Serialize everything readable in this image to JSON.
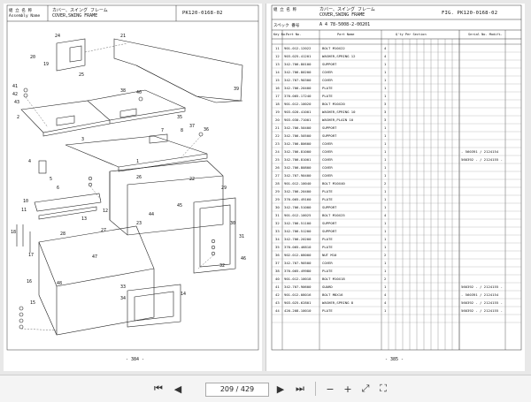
{
  "left_page": {
    "assembly_label_jp": "組 立 名 称",
    "assembly_label_en": "Assembly Name",
    "assembly_name_jp": "カバー、スイング フレーム",
    "assembly_name_en": "COVER,SWING FRAME",
    "code": "PK120-0168-02",
    "page_number": "- 384 -",
    "callouts": [
      "21",
      "24",
      "25",
      "20",
      "19",
      "41",
      "42",
      "43",
      "38",
      "40",
      "37",
      "36",
      "35",
      "39",
      "2",
      "7",
      "8",
      "3",
      "1",
      "4",
      "5",
      "6",
      "10",
      "11",
      "12",
      "13",
      "14",
      "15",
      "16",
      "17",
      "18",
      "22",
      "23",
      "26",
      "27",
      "28",
      "29",
      "30",
      "31",
      "32",
      "33",
      "34",
      "44",
      "45",
      "46",
      "47",
      "48"
    ]
  },
  "right_page": {
    "assembly_label_jp": "組 立 名 称",
    "assembly_name_jp": "カバー、スイング フレーム",
    "assembly_name_en": "COVER,SWING FRAME",
    "fig_label": "FIG. PK120-0168-02",
    "spec_label": "スペック 番号",
    "spec_value": "A 4 78-5008-2-00201",
    "col_key": "Key No.",
    "col_part_no": "Part No.",
    "col_part_name": "Part Name",
    "col_qty": "Q'ty Per Section",
    "col_remarks": "Serial No. Modifi.",
    "page_number": "- 385 -",
    "rows": [
      {
        "key": "11",
        "part": "901-012-12022",
        "name": "BOLT M10X22",
        "qty": "4",
        "rem": ""
      },
      {
        "key": "12",
        "part": "903-025-41201",
        "name": "WASHER,SPRING 12",
        "qty": "4",
        "rem": ""
      },
      {
        "key": "13",
        "part": "342-706-80100",
        "name": "SUPPORT",
        "qty": "1",
        "rem": ""
      },
      {
        "key": "14",
        "part": "342-706-80200",
        "name": "COVER",
        "qty": "1",
        "rem": ""
      },
      {
        "key": "15",
        "part": "342-707-90300",
        "name": "COVER",
        "qty": "1",
        "rem": ""
      },
      {
        "key": "16",
        "part": "342-706-20400",
        "name": "PLATE",
        "qty": "1",
        "rem": ""
      },
      {
        "key": "17",
        "part": "370-005-17240",
        "name": "PLATE",
        "qty": "1",
        "rem": ""
      },
      {
        "key": "18",
        "part": "901-012-10020",
        "name": "BOLT M10X20",
        "qty": "3",
        "rem": ""
      },
      {
        "key": "19",
        "part": "903-020-41001",
        "name": "WASHER,SPRING 10",
        "qty": "3",
        "rem": ""
      },
      {
        "key": "20",
        "part": "903-030-71001",
        "name": "WASHER,PLAIN 10",
        "qty": "3",
        "rem": ""
      },
      {
        "key": "21",
        "part": "342-706-50400",
        "name": "SUPPORT",
        "qty": "1",
        "rem": ""
      },
      {
        "key": "22",
        "part": "342-706-50500",
        "name": "SUPPORT",
        "qty": "1",
        "rem": ""
      },
      {
        "key": "23",
        "part": "342-706-80600",
        "name": "COVER",
        "qty": "1",
        "rem": ""
      },
      {
        "key": "24",
        "part": "342-706-81000",
        "name": "COVER",
        "qty": "1",
        "rem": "- 560391 / 2124154"
      },
      {
        "key": "25",
        "part": "342-706-81001",
        "name": "COVER",
        "qty": "1",
        "rem": "560392 - / 2124155 -"
      },
      {
        "key": "26",
        "part": "342-706-80800",
        "name": "COVER",
        "qty": "1",
        "rem": ""
      },
      {
        "key": "27",
        "part": "342-707-90400",
        "name": "COVER",
        "qty": "1",
        "rem": ""
      },
      {
        "key": "28",
        "part": "901-012-10040",
        "name": "BOLT M10X40",
        "qty": "2",
        "rem": ""
      },
      {
        "key": "29",
        "part": "342-706-20400",
        "name": "PLATE",
        "qty": "1",
        "rem": ""
      },
      {
        "key": "29",
        "part": "370-005-49160",
        "name": "PLATE",
        "qty": "1",
        "rem": ""
      },
      {
        "key": "30",
        "part": "342-706-51000",
        "name": "SUPPORT",
        "qty": "1",
        "rem": ""
      },
      {
        "key": "31",
        "part": "901-012-10025",
        "name": "BOLT M10X25",
        "qty": "4",
        "rem": ""
      },
      {
        "key": "32",
        "part": "342-706-51100",
        "name": "SUPPORT",
        "qty": "1",
        "rem": ""
      },
      {
        "key": "33",
        "part": "342-706-51200",
        "name": "SUPPORT",
        "qty": "1",
        "rem": ""
      },
      {
        "key": "34",
        "part": "342-706-20200",
        "name": "PLATE",
        "qty": "1",
        "rem": ""
      },
      {
        "key": "35",
        "part": "370-005-46810",
        "name": "PLATE",
        "qty": "1",
        "rem": ""
      },
      {
        "key": "36",
        "part": "902-012-08000",
        "name": "NUT M10",
        "qty": "2",
        "rem": ""
      },
      {
        "key": "37",
        "part": "342-707-90500",
        "name": "COVER",
        "qty": "1",
        "rem": ""
      },
      {
        "key": "38",
        "part": "370-005-49980",
        "name": "PLATE",
        "qty": "1",
        "rem": ""
      },
      {
        "key": "40",
        "part": "901-012-10018",
        "name": "BOLT M10X18",
        "qty": "2",
        "rem": ""
      },
      {
        "key": "41",
        "part": "342-707-90600",
        "name": "GUARD",
        "qty": "1",
        "rem": "560392 - / 2124155 -"
      },
      {
        "key": "42",
        "part": "901-012-08016",
        "name": "BOLT M8X16",
        "qty": "4",
        "rem": "- 560391 / 2124154"
      },
      {
        "key": "43",
        "part": "903-025-62801",
        "name": "WASHER,SPRING 8",
        "qty": "4",
        "rem": "560392 - / 2124155 -"
      },
      {
        "key": "44",
        "part": "420-208-10010",
        "name": "PLATE",
        "qty": "1",
        "rem": "560392 - / 2124155 -"
      }
    ]
  },
  "toolbar": {
    "current_page": "209",
    "total_pages": "429",
    "page_display": "209 / 429",
    "icons": [
      "first-page-icon",
      "prev-page-icon",
      "next-page-icon",
      "last-page-icon",
      "zoom-out-icon",
      "zoom-in-icon",
      "fit-icon",
      "fullscreen-icon"
    ]
  }
}
